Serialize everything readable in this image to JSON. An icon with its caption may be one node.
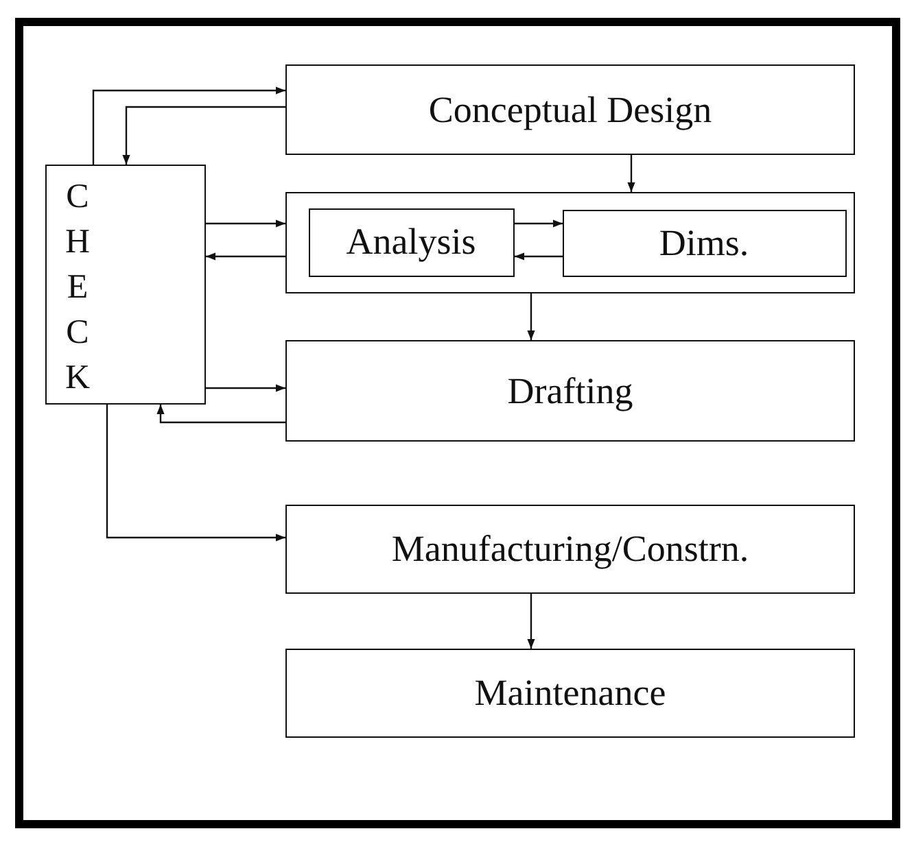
{
  "diagram": {
    "nodes": [
      {
        "text": [
          "CHECK"
        ]
      },
      {
        "text": [
          "Conceptual Design"
        ]
      },
      {
        "text": [],
        "shape": "box"
      },
      {
        "text": [
          "Analysis"
        ],
        "in": 2
      },
      {
        "text": [
          "Dims."
        ],
        "in": 2
      },
      {
        "text": [
          "Drafting"
        ]
      },
      {
        "text": [
          "Manufacturing/Constrn."
        ]
      },
      {
        "text": [
          "Maintenance"
        ]
      }
    ],
    "edges": [
      {
        "from": 0,
        "to": 1,
        "arrow": "to"
      },
      {
        "from": 1,
        "to": 0,
        "arrow": "to"
      },
      {
        "from": 1,
        "to": 2,
        "arrow": "to"
      },
      {
        "from": 0,
        "to": 2,
        "arrow": "to"
      },
      {
        "from": 2,
        "to": 0,
        "arrow": "to"
      },
      {
        "from": 3,
        "to": 4,
        "arrow": "to"
      },
      {
        "from": 4,
        "to": 3,
        "arrow": "to"
      },
      {
        "from": 2,
        "to": 5,
        "arrow": "to"
      },
      {
        "from": 0,
        "to": 5,
        "arrow": "to"
      },
      {
        "from": 5,
        "to": 0,
        "arrow": "to"
      },
      {
        "from": 0,
        "to": 6,
        "arrow": "to"
      },
      {
        "from": 6,
        "to": 7,
        "arrow": "to"
      }
    ]
  }
}
